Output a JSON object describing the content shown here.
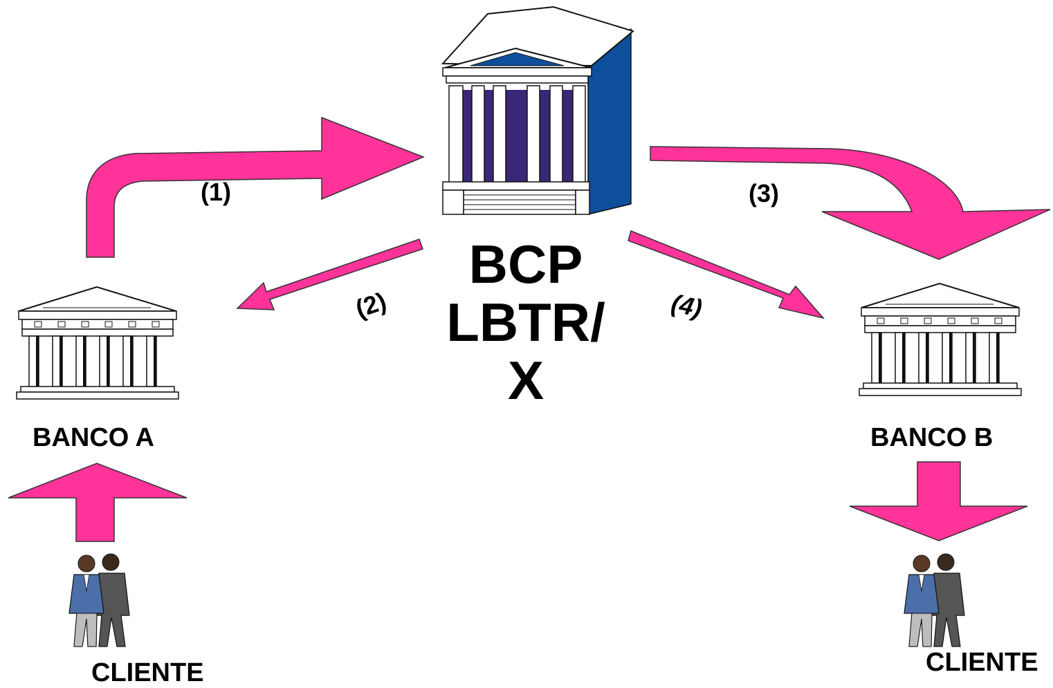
{
  "central_bank": {
    "label_lines": [
      "BCP",
      "LBTR/",
      "X"
    ]
  },
  "bank_a": {
    "label": "BANCO A"
  },
  "bank_b": {
    "label": "BANCO B"
  },
  "client_a": {
    "label": "CLIENTE"
  },
  "client_b": {
    "label": "CLIENTE"
  },
  "steps": {
    "s1": "(1)",
    "s2": "(2)",
    "s3": "(3)",
    "s4": "(4)"
  },
  "colors": {
    "arrow": "#ff3399",
    "building_side": "#0d4f9a",
    "columns": "#3b2777",
    "suit_blue": "#4b6fa8",
    "suit_gray": "#555555"
  },
  "icons": [
    "central-bank-building-icon",
    "bank-building-icon",
    "clients-icon",
    "arrow"
  ]
}
